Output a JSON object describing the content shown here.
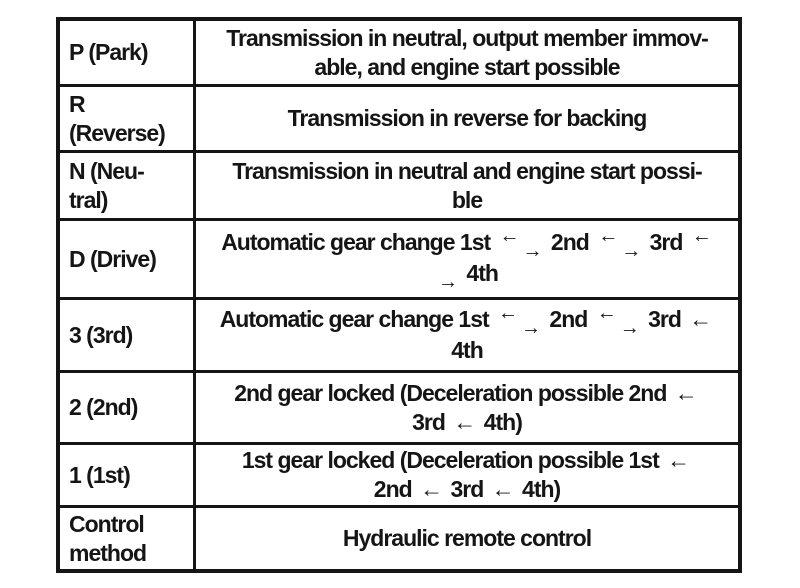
{
  "page": {
    "background": "#ffffff"
  },
  "table": {
    "ink_color": "#151515",
    "paper_color": "#ffffff",
    "columns": [
      "gear-position",
      "description"
    ],
    "glyphs": {
      "left_arrow": "←",
      "right_arrow": "→"
    },
    "rows": [
      {
        "label_lines": [
          "P (Park)"
        ],
        "desc_lines": [
          "Transmission in neutral, output member immov-",
          "able, and engine start possible"
        ]
      },
      {
        "label_lines": [
          "R",
          "(Reverse)"
        ],
        "desc_lines": [
          "Transmission in reverse for backing"
        ]
      },
      {
        "label_lines": [
          "N (Neu-",
          "tral)"
        ],
        "desc_lines": [
          "Transmission in neutral and engine start possi-",
          "ble"
        ]
      },
      {
        "label_lines": [
          "D (Drive)"
        ],
        "desc_lines": [
          "Automatic gear change 1st [ul][dr] 2nd [ul][dr] 3rd [ul]",
          "[dr] 4th"
        ]
      },
      {
        "label_lines": [
          "3 (3rd)"
        ],
        "desc_lines": [
          "Automatic gear change 1st [ul][dr] 2nd [ul][dr] 3rd [l]",
          "4th"
        ]
      },
      {
        "label_lines": [
          "2 (2nd)"
        ],
        "desc_lines": [
          "2nd gear locked (Deceleration possible 2nd [l]",
          "3rd [l] 4th)"
        ]
      },
      {
        "label_lines": [
          "1 (1st)"
        ],
        "desc_lines": [
          "1st gear locked (Deceleration possible 1st [l]",
          "2nd [l] 3rd [l] 4th)"
        ]
      },
      {
        "label_lines": [
          "Control",
          "method"
        ],
        "desc_lines": [
          "Hydraulic remote control"
        ]
      }
    ]
  }
}
